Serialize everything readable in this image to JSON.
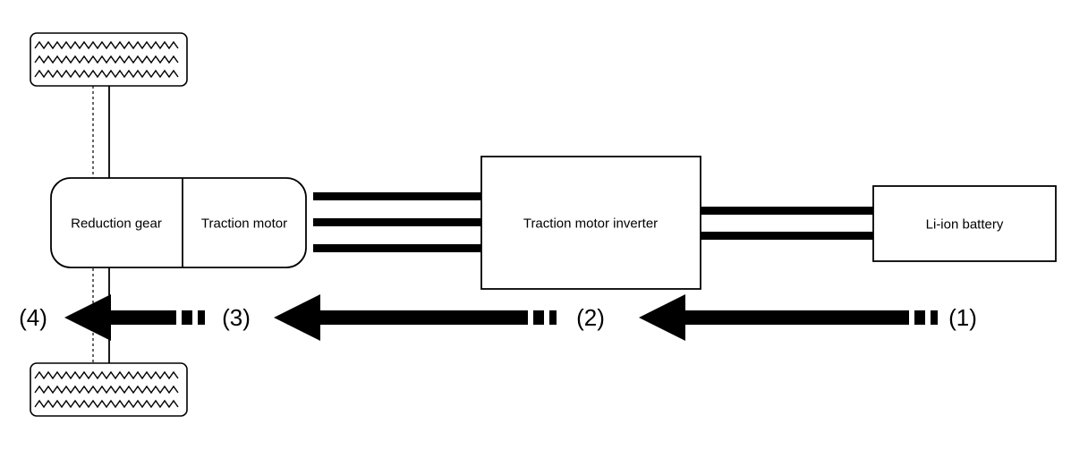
{
  "diagram": {
    "title_visible": false,
    "type": "electric-vehicle-powertrain-energy-flow",
    "background_color": "#ffffff",
    "stroke_color": "#000000",
    "components": {
      "reduction_gear": {
        "label": "Reduction gear"
      },
      "traction_motor": {
        "label": "Traction motor"
      },
      "inverter": {
        "label": "Traction motor inverter"
      },
      "battery": {
        "label": "Li-ion battery"
      },
      "front_wheel": {
        "label": "",
        "icon": "tire-icon"
      },
      "rear_wheel": {
        "label": "",
        "icon": "tire-icon"
      },
      "drive_axle": {
        "label": "",
        "icon": "axle-icon"
      }
    },
    "connections": {
      "motor_to_inverter": {
        "icon": "three-phase-cable-icon",
        "count": 3
      },
      "inverter_to_battery": {
        "icon": "dc-cable-icon",
        "count": 2
      }
    },
    "flow_arrows": [
      {
        "id": "arrow-1",
        "label": "(1)",
        "direction": "left",
        "icon": "left-arrow-dashed-tail-icon"
      },
      {
        "id": "arrow-2",
        "label": "(2)",
        "direction": "left",
        "icon": "left-arrow-dashed-tail-icon"
      },
      {
        "id": "arrow-3",
        "label": "(3)",
        "direction": "left",
        "icon": "left-arrow-dashed-tail-icon"
      },
      {
        "id": "arrow-4",
        "label": "(4)",
        "direction": "left",
        "icon": "flow-endpoint-label"
      }
    ],
    "flow_label_1": "(1)",
    "flow_label_2": "(2)",
    "flow_label_3": "(3)",
    "flow_label_4": "(4)"
  }
}
